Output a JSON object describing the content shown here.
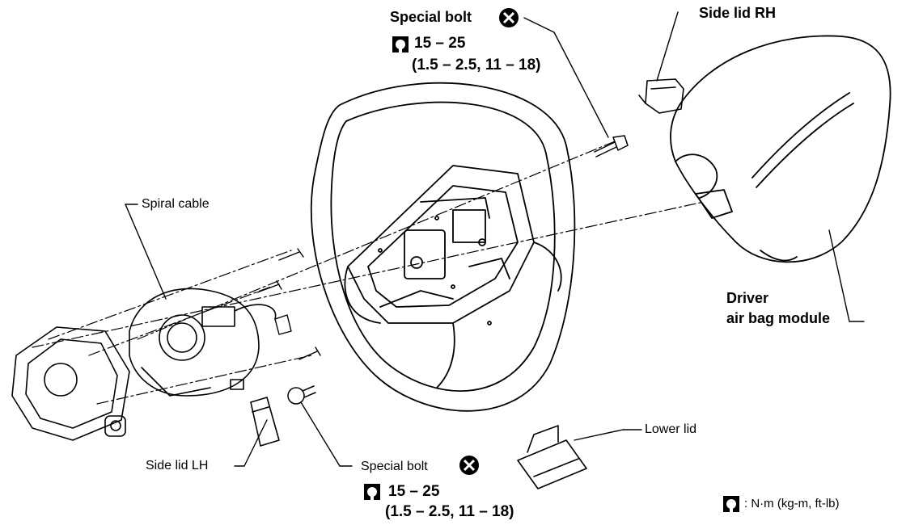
{
  "labels": {
    "special_bolt_top": "Special bolt",
    "torque_top_value": "15 – 25",
    "torque_top_alt": "(1.5 – 2.5, 11 – 18)",
    "side_lid_rh": "Side lid RH",
    "spiral_cable": "Spiral cable",
    "driver_airbag_line1": "Driver",
    "driver_airbag_line2": "air bag module",
    "lower_lid": "Lower lid",
    "side_lid_lh": "Side lid LH",
    "special_bolt_bottom": "Special bolt",
    "torque_bottom_value": "15 – 25",
    "torque_bottom_alt": "(1.5 – 2.5, 11 – 18)",
    "legend_units": ": N·m (kg-m, ft-lb)"
  },
  "icons": {
    "torque": "torque-wrench-icon",
    "replace": "do-not-reuse-x-icon"
  }
}
